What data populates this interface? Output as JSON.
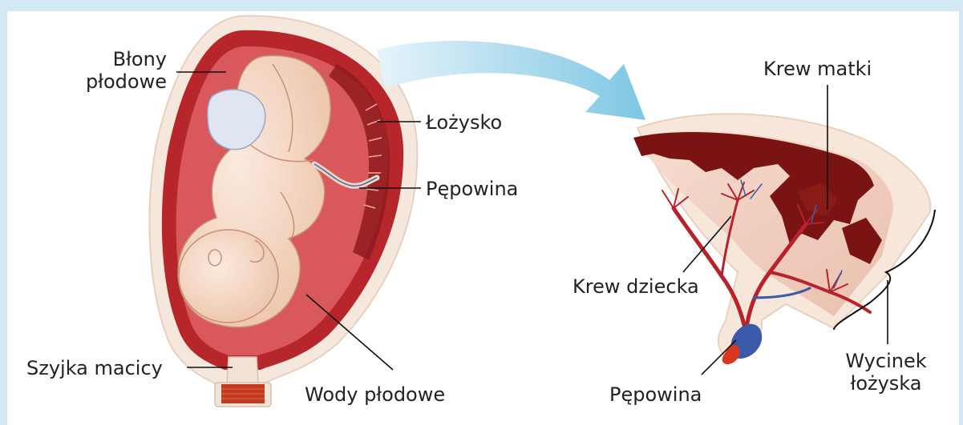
{
  "labels": {
    "blony_plodowe_line1": "Błony",
    "blony_plodowe_line2": "płodowe",
    "lozysko": "Łożysko",
    "pepowina_left": "Pępowina",
    "szyjka_macicy": "Szyjka macicy",
    "wody_plodowe": "Wody płodowe",
    "krew_matki": "Krew matki",
    "krew_dziecka": "Krew dziecka",
    "pepowina_right": "Pępowina",
    "wycinek_line1": "Wycinek",
    "wycinek_line2": "łożyska"
  },
  "colors": {
    "frame": "#d2e8f3",
    "uterus_wall": "#b6262a",
    "uterus_fill": "#d9585b",
    "membrane_outline": "#f3e3d6",
    "skin": "#f4d9c6",
    "maternal_blood": "#7a1412",
    "arrow": "#8ccde6",
    "vessel": "#b8222a",
    "vein": "#3b5ba8"
  }
}
